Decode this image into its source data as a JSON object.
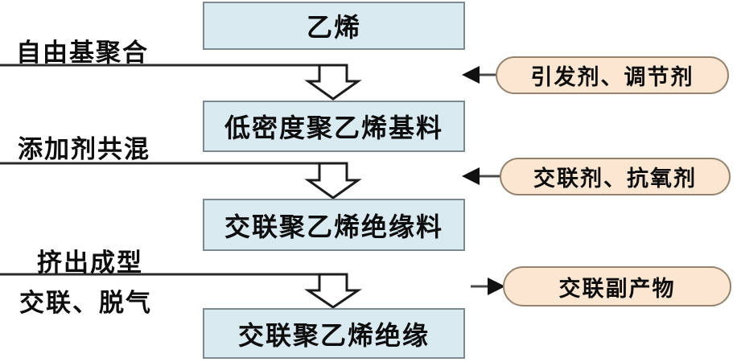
{
  "diagram": {
    "description_labels": {
      "type": "flowchart"
    },
    "boxes": [
      {
        "label": "乙烯"
      },
      {
        "label": "低密度聚乙烯基料"
      },
      {
        "label": "交联聚乙烯绝缘料"
      },
      {
        "label": "交联聚乙烯绝缘"
      }
    ],
    "process_labels": [
      {
        "label": "自由基聚合"
      },
      {
        "label": "添加剂共混"
      },
      {
        "label": "挤出成型"
      },
      {
        "label": "交联、脱气"
      }
    ],
    "side_ovals": [
      {
        "label": "引发剂、调节剂",
        "direction": "input"
      },
      {
        "label": "交联剂、抗氧剂",
        "direction": "input"
      },
      {
        "label": "交联副产物",
        "direction": "output"
      }
    ],
    "colors": {
      "box_fill": "#d9eaf1",
      "box_border": "#7c898f",
      "oval_fill": "#fbe6d2",
      "oval_border": "#93836f",
      "line": "#2a2a2a",
      "text": "#0d0d0d",
      "background": "#ffffff"
    }
  }
}
